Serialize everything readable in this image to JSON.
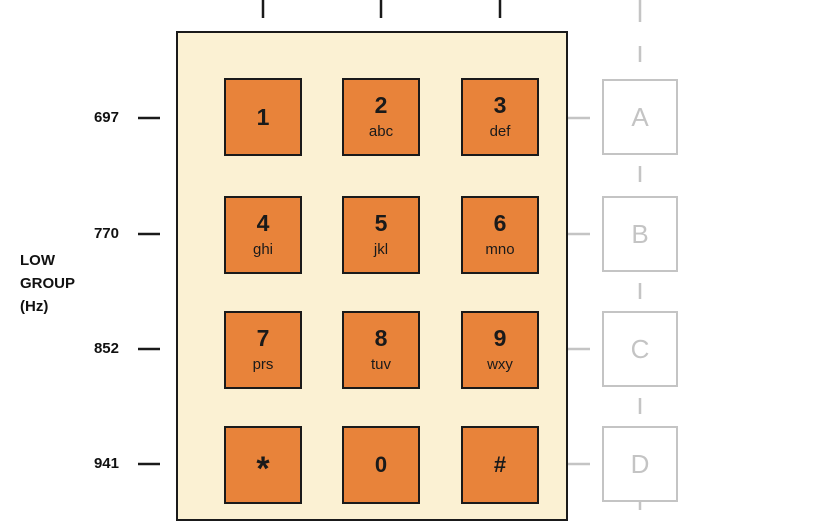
{
  "low_group": {
    "label_line1": "LOW",
    "label_line2": "GROUP",
    "label_line3": "(Hz)",
    "frequencies": [
      "697",
      "770",
      "852",
      "941"
    ]
  },
  "keypad": {
    "rows": [
      [
        {
          "digit": "1",
          "letters": ""
        },
        {
          "digit": "2",
          "letters": "abc"
        },
        {
          "digit": "3",
          "letters": "def"
        }
      ],
      [
        {
          "digit": "4",
          "letters": "ghi"
        },
        {
          "digit": "5",
          "letters": "jkl"
        },
        {
          "digit": "6",
          "letters": "mno"
        }
      ],
      [
        {
          "digit": "7",
          "letters": "prs"
        },
        {
          "digit": "8",
          "letters": "tuv"
        },
        {
          "digit": "9",
          "letters": "wxy"
        }
      ],
      [
        {
          "digit": "*",
          "letters": ""
        },
        {
          "digit": "0",
          "letters": ""
        },
        {
          "digit": "#",
          "letters": ""
        }
      ]
    ],
    "extra_keys": [
      "A",
      "B",
      "C",
      "D"
    ]
  },
  "colors": {
    "panel": "#fbf1d3",
    "key": "#e8833a",
    "ghost": "#c4c4c4",
    "line": "#1a1a1a"
  }
}
